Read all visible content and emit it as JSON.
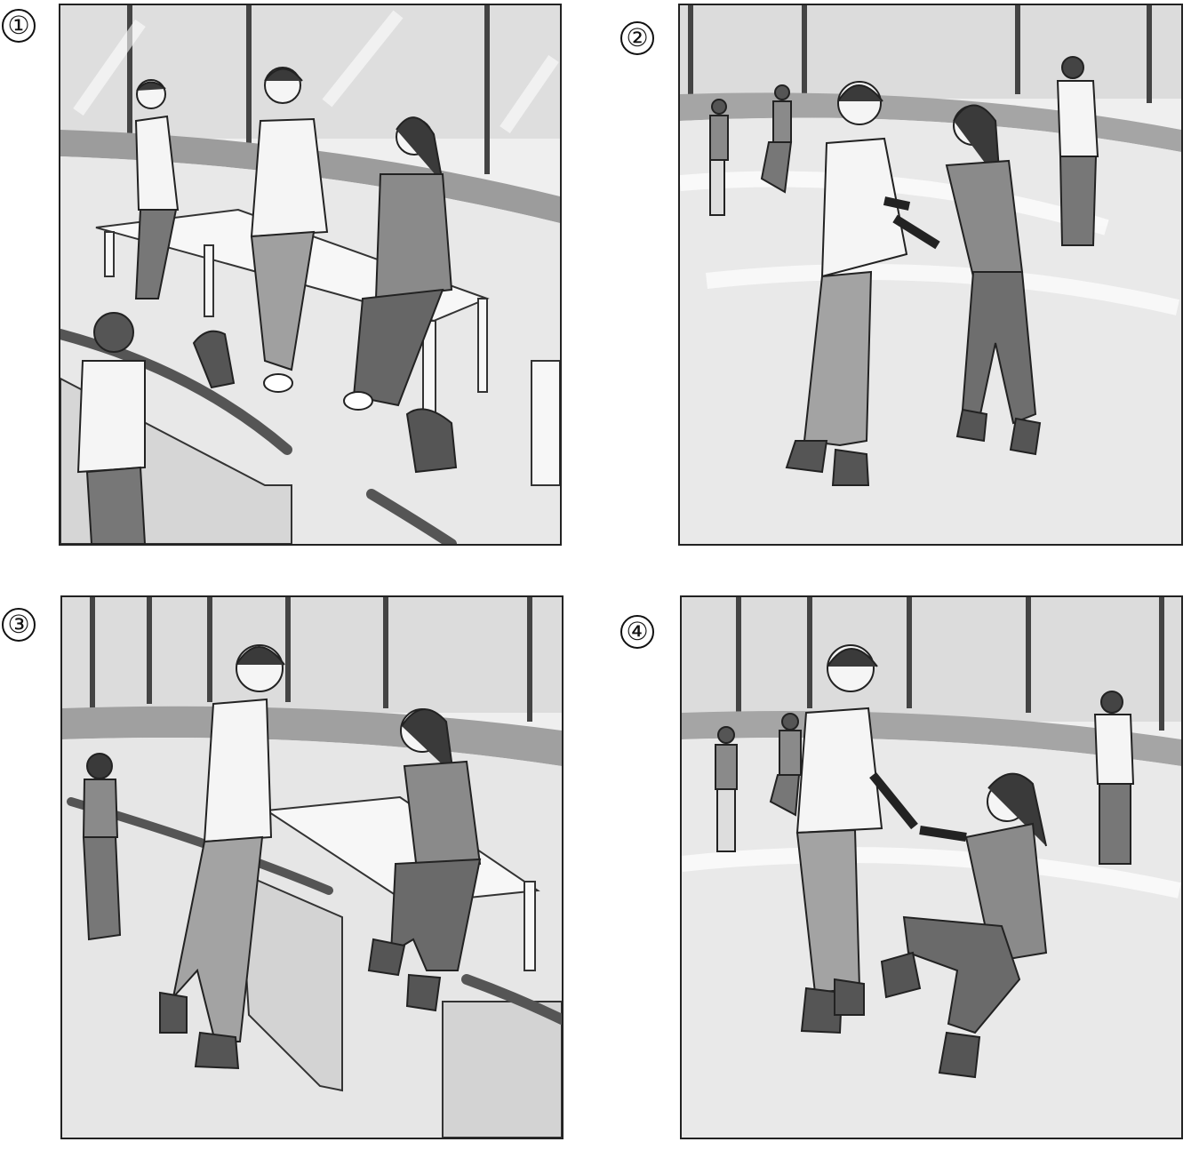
{
  "panels": [
    {
      "id": "1",
      "label": "①",
      "scene": "kids-on-bench-putting-on-skates"
    },
    {
      "id": "2",
      "label": "②",
      "scene": "boy-helping-girl-skate"
    },
    {
      "id": "3",
      "label": "③",
      "scene": "girl-sits-boy-leaning-rail"
    },
    {
      "id": "4",
      "label": "④",
      "scene": "girl-fell-boy-helps-up"
    }
  ],
  "palette": {
    "ink": "#222222",
    "window": "#d9d9d9",
    "rink": "#e6e6e6",
    "wall": "#c9c9c9",
    "shirt_light": "#f3f3f3",
    "shirt_dark": "#8a8a8a",
    "pants": "#9a9a9a",
    "hair": "#3a3a3a"
  }
}
